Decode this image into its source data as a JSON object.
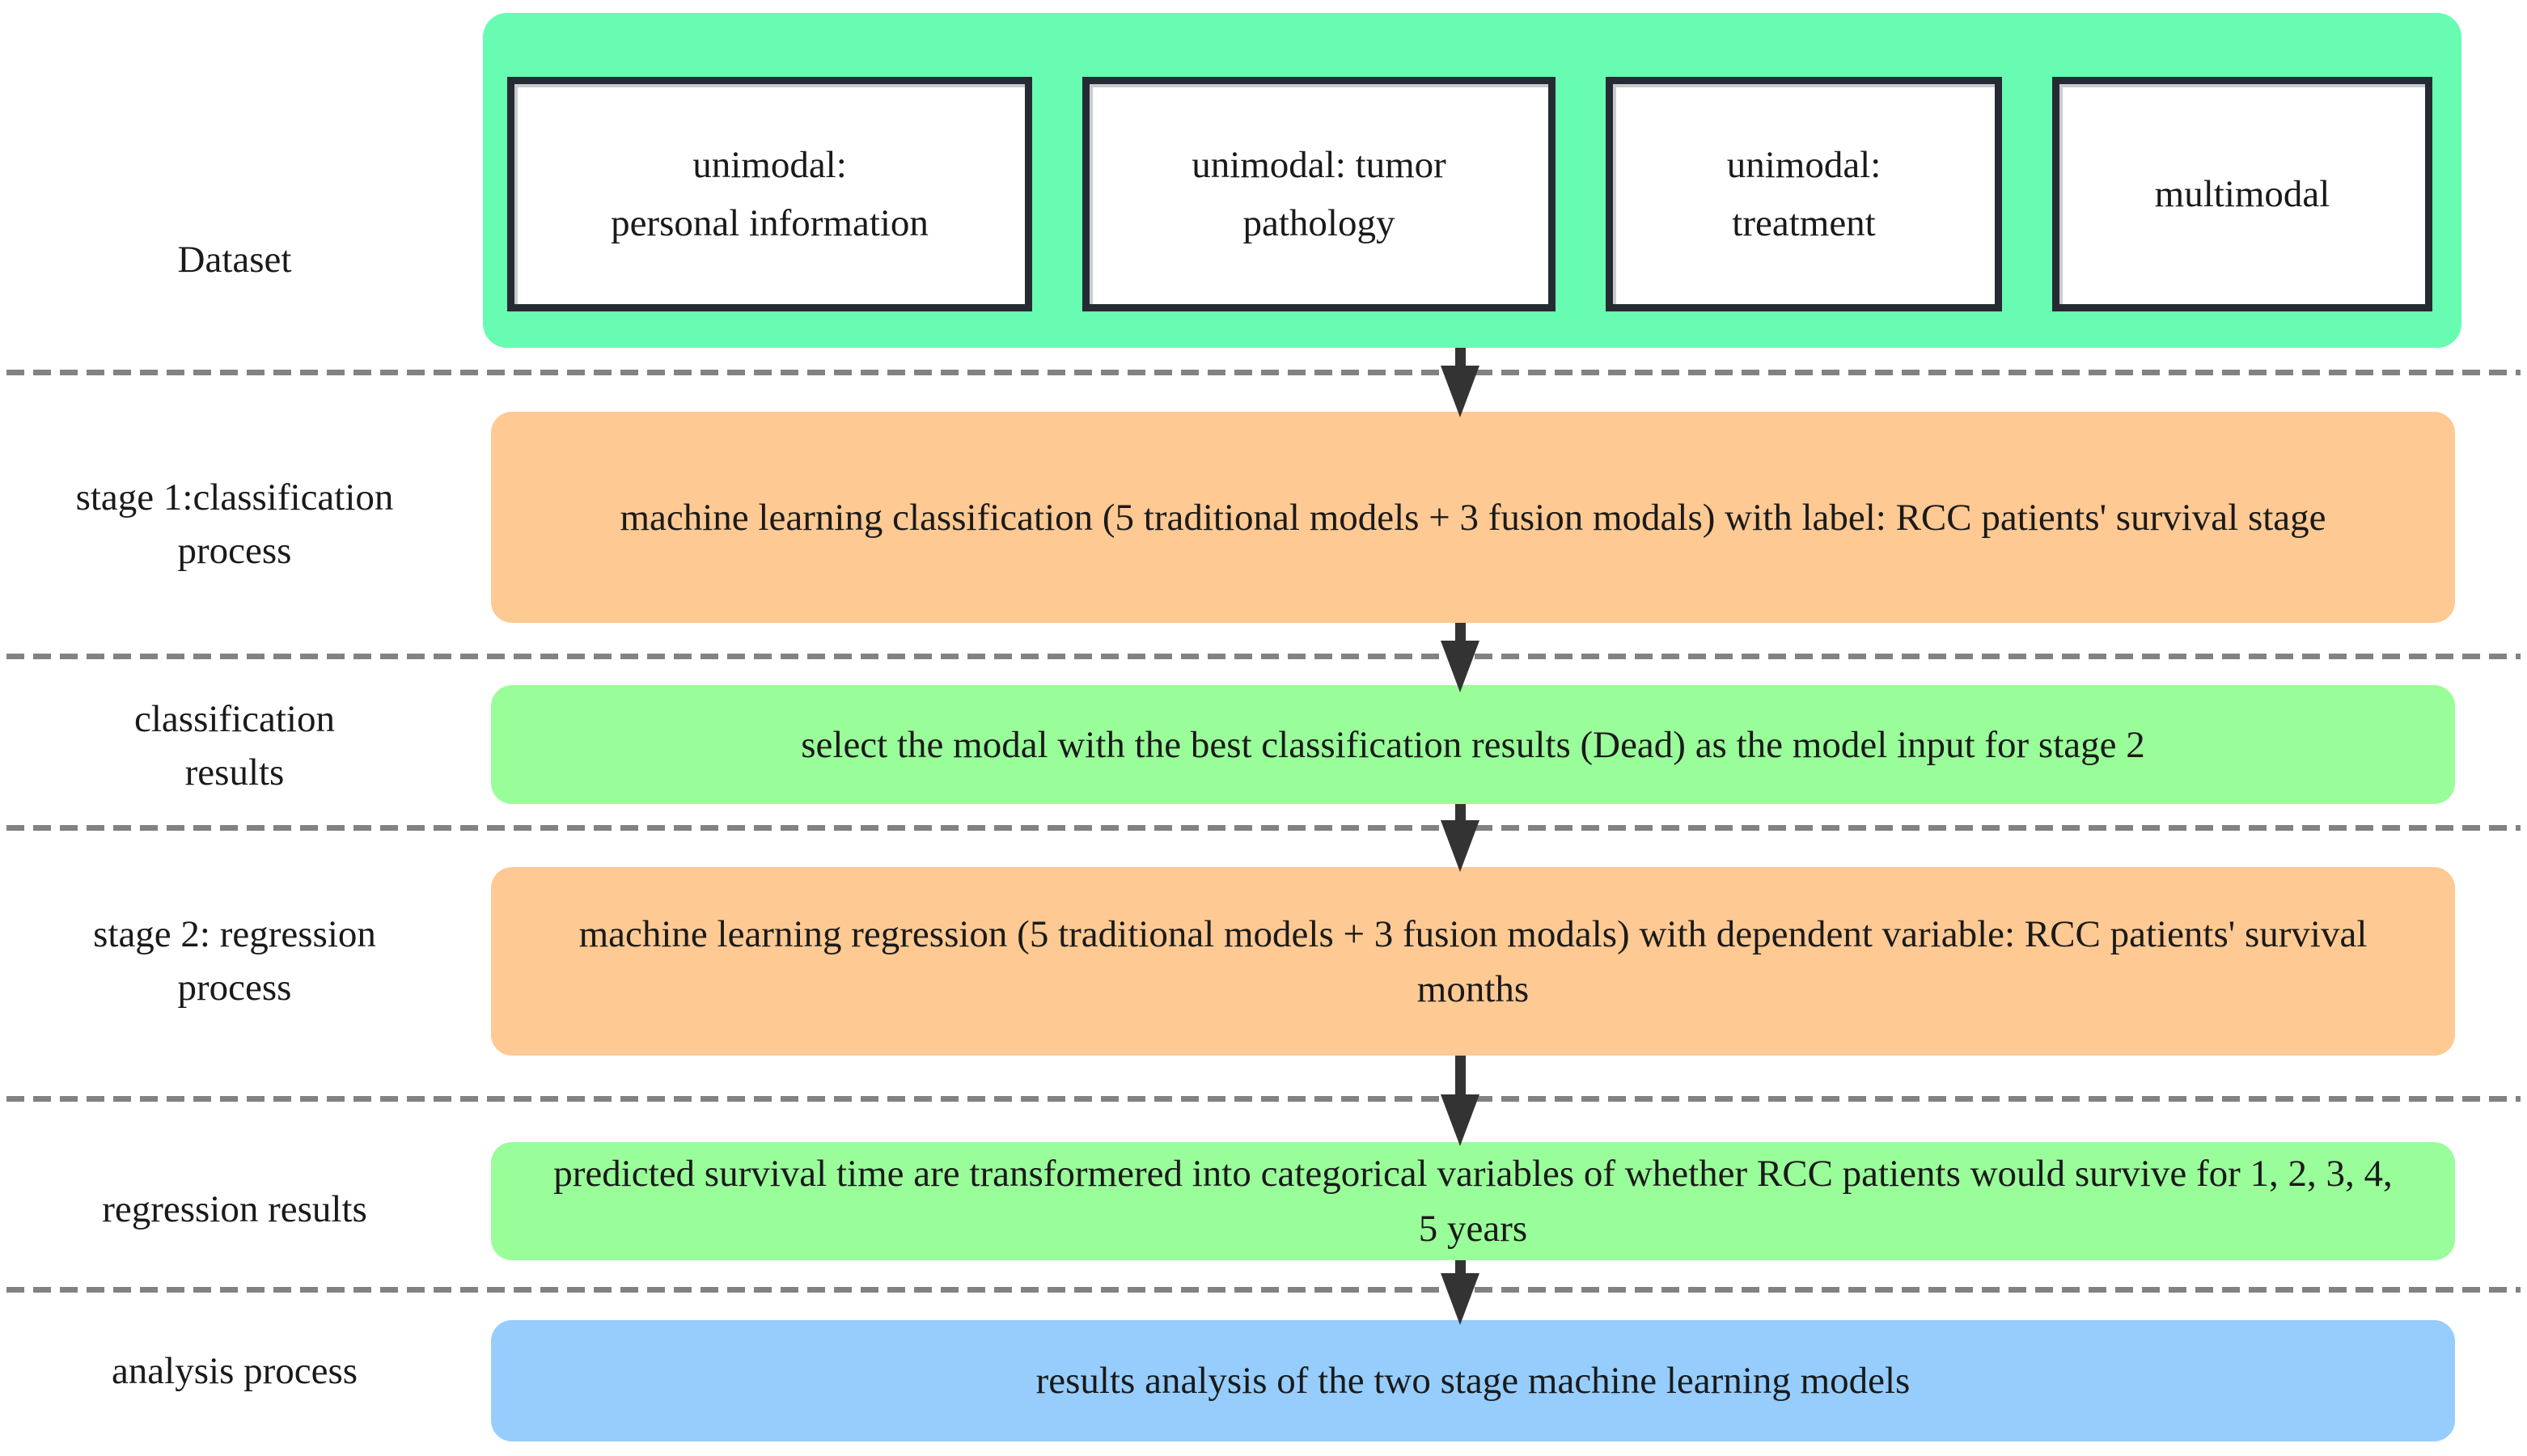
{
  "colors": {
    "dataset_container": "#67FCB2",
    "process_box": "#FEC992",
    "result_box": "#99FD99",
    "analysis_box": "#96CDFD",
    "box_border": "#262B33",
    "arrow": "#333333",
    "dashed_line": "#828282",
    "text": "#1a1a1a"
  },
  "dataset": {
    "label": "Dataset",
    "modalities": [
      "unimodal:\npersonal information",
      "unimodal: tumor\npathology",
      "unimodal:\ntreatment",
      "multimodal"
    ]
  },
  "stages": [
    {
      "label": "stage 1:classification\nprocess",
      "text": "machine learning classification (5 traditional models + 3 fusion modals) with label: RCC patients' survival stage"
    },
    {
      "label": "classification\nresults",
      "text": "select the modal with the best classification results (Dead) as the model input for stage 2"
    },
    {
      "label": "stage 2: regression\nprocess",
      "text": "machine learning regression (5 traditional models + 3 fusion modals) with dependent variable: RCC patients' survival months"
    },
    {
      "label": "regression results",
      "text": "predicted survival time are transformered into categorical variables of whether RCC patients would survive for 1, 2, 3, 4, 5 years"
    },
    {
      "label": "analysis process",
      "text": "results analysis of the two stage machine learning models"
    }
  ]
}
